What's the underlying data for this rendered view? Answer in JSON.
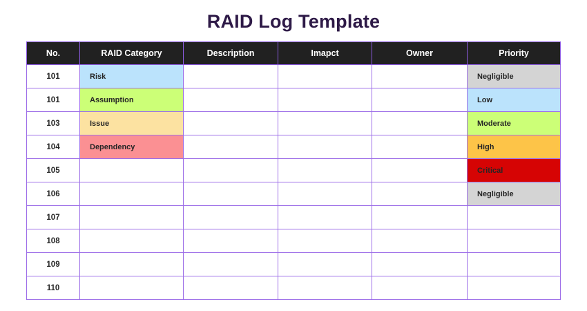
{
  "page": {
    "title": "RAID Log Template",
    "title_color": "#2E1A47",
    "background": "#ffffff"
  },
  "table": {
    "border_color": "#9D6EE8",
    "header_background": "#212121",
    "header_text_color": "#ffffff",
    "columns": [
      {
        "key": "no",
        "label": "No."
      },
      {
        "key": "category",
        "label": "RAID Category"
      },
      {
        "key": "description",
        "label": "Description"
      },
      {
        "key": "impact",
        "label": "Imapct"
      },
      {
        "key": "owner",
        "label": "Owner"
      },
      {
        "key": "priority",
        "label": "Priority"
      }
    ],
    "rows": [
      {
        "no": "101",
        "category": "Risk",
        "category_bg": "#BBE3FC",
        "description": "",
        "impact": "",
        "owner": "",
        "priority": "Negligible",
        "priority_bg": "#D4D4D4"
      },
      {
        "no": "101",
        "category": "Assumption",
        "category_bg": "#CCFF77",
        "description": "",
        "impact": "",
        "owner": "",
        "priority": "Low",
        "priority_bg": "#BBE3FC"
      },
      {
        "no": "103",
        "category": "Issue",
        "category_bg": "#FCE2A1",
        "description": "",
        "impact": "",
        "owner": "",
        "priority": "Moderate",
        "priority_bg": "#CCFF77"
      },
      {
        "no": "104",
        "category": "Dependency",
        "category_bg": "#FB9093",
        "description": "",
        "impact": "",
        "owner": "",
        "priority": "High",
        "priority_bg": "#FDC448"
      },
      {
        "no": "105",
        "category": "",
        "category_bg": "#ffffff",
        "description": "",
        "impact": "",
        "owner": "",
        "priority": "Critical",
        "priority_bg": "#D60404"
      },
      {
        "no": "106",
        "category": "",
        "category_bg": "#ffffff",
        "description": "",
        "impact": "",
        "owner": "",
        "priority": "Negligible",
        "priority_bg": "#D4D4D4"
      },
      {
        "no": "107",
        "category": "",
        "category_bg": "#ffffff",
        "description": "",
        "impact": "",
        "owner": "",
        "priority": "",
        "priority_bg": "#ffffff"
      },
      {
        "no": "108",
        "category": "",
        "category_bg": "#ffffff",
        "description": "",
        "impact": "",
        "owner": "",
        "priority": "",
        "priority_bg": "#ffffff"
      },
      {
        "no": "109",
        "category": "",
        "category_bg": "#ffffff",
        "description": "",
        "impact": "",
        "owner": "",
        "priority": "",
        "priority_bg": "#ffffff"
      },
      {
        "no": "110",
        "category": "",
        "category_bg": "#ffffff",
        "description": "",
        "impact": "",
        "owner": "",
        "priority": "",
        "priority_bg": "#ffffff"
      }
    ]
  }
}
